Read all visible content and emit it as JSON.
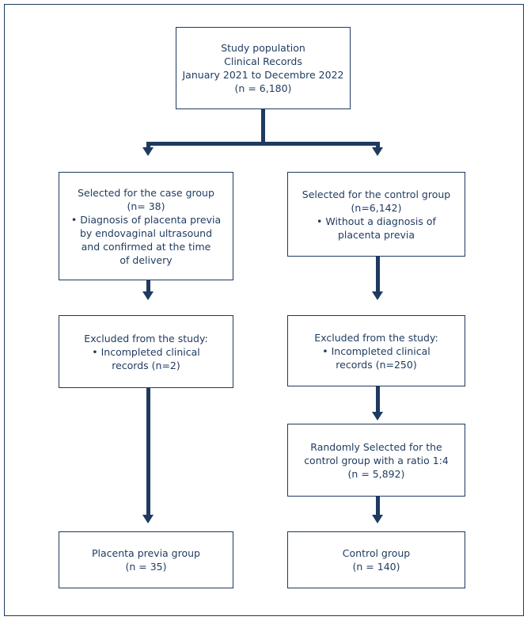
{
  "boxes": {
    "population": [
      "Study population",
      "Clinical Records",
      "January 2021 to Decembre 2022",
      "(n = 6,180)"
    ],
    "case_selected": [
      "Selected for the case group",
      "(n= 38)",
      "• Diagnosis of placenta previa",
      "by endovaginal ultrasound",
      "and confirmed at the time",
      "of delivery"
    ],
    "control_selected": [
      "Selected for the control group",
      "(n=6,142)",
      "• Without a diagnosis of",
      "placenta previa"
    ],
    "case_excluded": [
      "Excluded from the study:",
      "• Incompleted clinical",
      "records (n=2)"
    ],
    "control_excluded": [
      "Excluded from the study:",
      "• Incompleted clinical",
      "records (n=250)"
    ],
    "random_selected": [
      "Randomly Selected for the",
      "control group with a ratio 1:4",
      "(n = 5,892)"
    ],
    "placenta_group": [
      "Placenta previa group",
      "(n = 35)"
    ],
    "control_group": [
      "Control group",
      "(n = 140)"
    ]
  },
  "colors": {
    "stroke": "#1e3a5f",
    "background": "#ffffff"
  }
}
